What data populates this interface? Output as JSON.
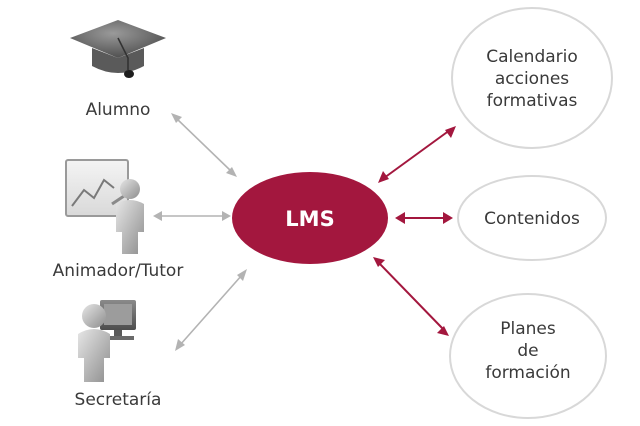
{
  "hub": {
    "label": "LMS"
  },
  "actors": [
    {
      "id": "alumno",
      "label": "Alumno",
      "icon": "graduation-cap-icon"
    },
    {
      "id": "animador",
      "label": "Animador/Tutor",
      "icon": "presenter-icon"
    },
    {
      "id": "secretaria",
      "label": "Secretaría",
      "icon": "computer-user-icon"
    }
  ],
  "modules": [
    {
      "id": "calendario",
      "lines": [
        "Calendario",
        "acciones",
        "formativas"
      ]
    },
    {
      "id": "contenidos",
      "lines": [
        "Contenidos"
      ]
    },
    {
      "id": "planes",
      "lines": [
        "Planes",
        "de",
        "formación"
      ]
    }
  ],
  "colors": {
    "hub_fill": "#a3173e",
    "module_arrow": "#a3173e",
    "actor_arrow": "#b3b3b3",
    "module_outline": "#d8d8d8",
    "text": "#3a3a3a"
  }
}
